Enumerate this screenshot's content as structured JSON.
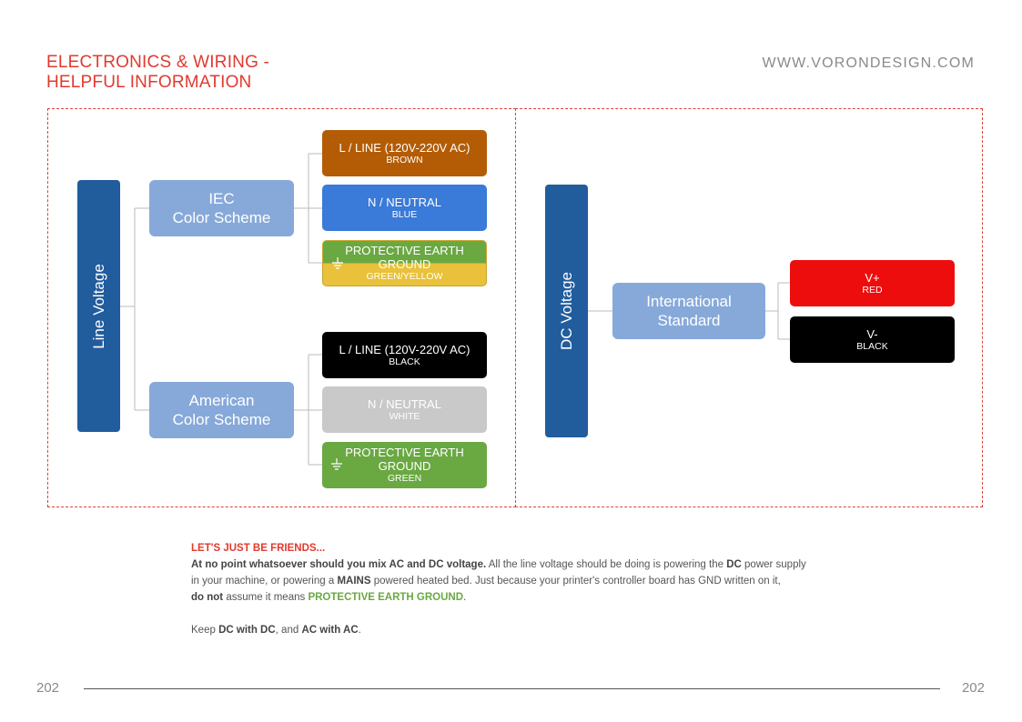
{
  "header": {
    "title_line1": "ELECTRONICS & WIRING -",
    "title_line2": "HELPFUL INFORMATION",
    "website": "WWW.VORONDESIGN.COM"
  },
  "line_voltage": {
    "label": "Line Voltage",
    "iec": {
      "label_line1": "IEC",
      "label_line2": "Color Scheme",
      "wires": [
        {
          "name": "L / LINE (120V-220V AC)",
          "color_name": "BROWN",
          "color": "#b35c05"
        },
        {
          "name": "N / NEUTRAL",
          "color_name": "BLUE",
          "color": "#3a7ad8"
        },
        {
          "name_line1": "PROTECTIVE EARTH",
          "name_line2": "GROUND",
          "color_name": "GREEN/YELLOW",
          "icon": "ground-icon"
        }
      ]
    },
    "american": {
      "label_line1": "American",
      "label_line2": "Color Scheme",
      "wires": [
        {
          "name": "L / LINE (120V-220V AC)",
          "color_name": "BLACK",
          "color": "#000000"
        },
        {
          "name": "N / NEUTRAL",
          "color_name": "WHITE",
          "color": "#c9c9c9"
        },
        {
          "name_line1": "PROTECTIVE EARTH",
          "name_line2": "GROUND",
          "color_name": "GREEN",
          "color": "#6aa842",
          "icon": "ground-icon"
        }
      ]
    }
  },
  "dc_voltage": {
    "label": "DC Voltage",
    "standard": {
      "label_line1": "International",
      "label_line2": "Standard",
      "wires": [
        {
          "name": "V+",
          "color_name": "RED",
          "color": "#ee0d0d"
        },
        {
          "name": "V-",
          "color_name": "BLACK",
          "color": "#000000"
        }
      ]
    }
  },
  "note": {
    "heading": "LET'S JUST BE FRIENDS...",
    "p1_bold": "At no point whatsoever should you mix AC and DC voltage.",
    "p1_a": " All the line voltage should be doing is powering the ",
    "p1_dc": "DC",
    "p1_b": " power supply",
    "p2_a": "in your machine, or powering a ",
    "p2_mains": "MAINS",
    "p2_b": " powered heated bed. Just because your printer's controller board has GND written on it,",
    "p3_bold": "do not",
    "p3_a": " assume it means ",
    "p3_green": "PROTECTIVE EARTH GROUND",
    "p3_b": ".",
    "p4_a": "Keep ",
    "p4_b1": "DC with DC",
    "p4_c": ", and ",
    "p4_b2": "AC with AC",
    "p4_d": "."
  },
  "footer": {
    "page_left": "202",
    "page_right": "202"
  }
}
